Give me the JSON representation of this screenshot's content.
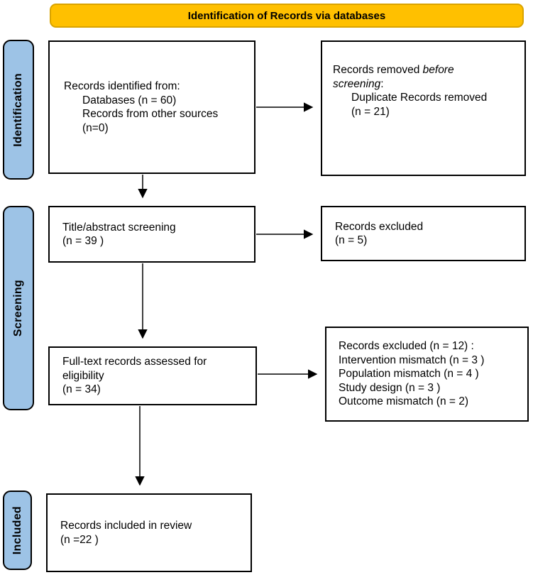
{
  "banner": {
    "title": "Identification of Records via databases"
  },
  "stages": {
    "identification": "Identification",
    "screening": "Screening",
    "included": "Included"
  },
  "boxes": {
    "records_identified": {
      "line1": "Records identified from:",
      "line2": "Databases (n = 60)",
      "line3": "Records from other sources",
      "line4": "(n=0)"
    },
    "records_removed": {
      "line1_normal": "Records removed ",
      "line1_italic": "before",
      "line2_italic": "screening",
      "line2_suffix": ":",
      "line3": "Duplicate Records removed",
      "line4": "(n = 21)"
    },
    "title_abstract": {
      "line1": "Title/abstract screening",
      "line2": "(n = 39 )"
    },
    "records_excluded": {
      "line1": "Records excluded",
      "line2": "(n = 5)"
    },
    "full_text": {
      "line1": "Full-text records assessed for",
      "line2": "eligibility",
      "line3": "(n = 34)"
    },
    "full_text_excluded": {
      "line1": "Records excluded (n = 12) :",
      "line2": "Intervention mismatch (n = 3 )",
      "line3": "Population mismatch (n = 4 )",
      "line4": "Study design (n = 3 )",
      "line5": "Outcome mismatch (n = 2)"
    },
    "included_review": {
      "line1": "Records included in review",
      "line2": "(n =22 )"
    }
  },
  "colors": {
    "banner_fill": "#FFC000",
    "banner_border": "#D9A300",
    "stage_fill": "#9DC3E6",
    "box_border": "#000000"
  }
}
